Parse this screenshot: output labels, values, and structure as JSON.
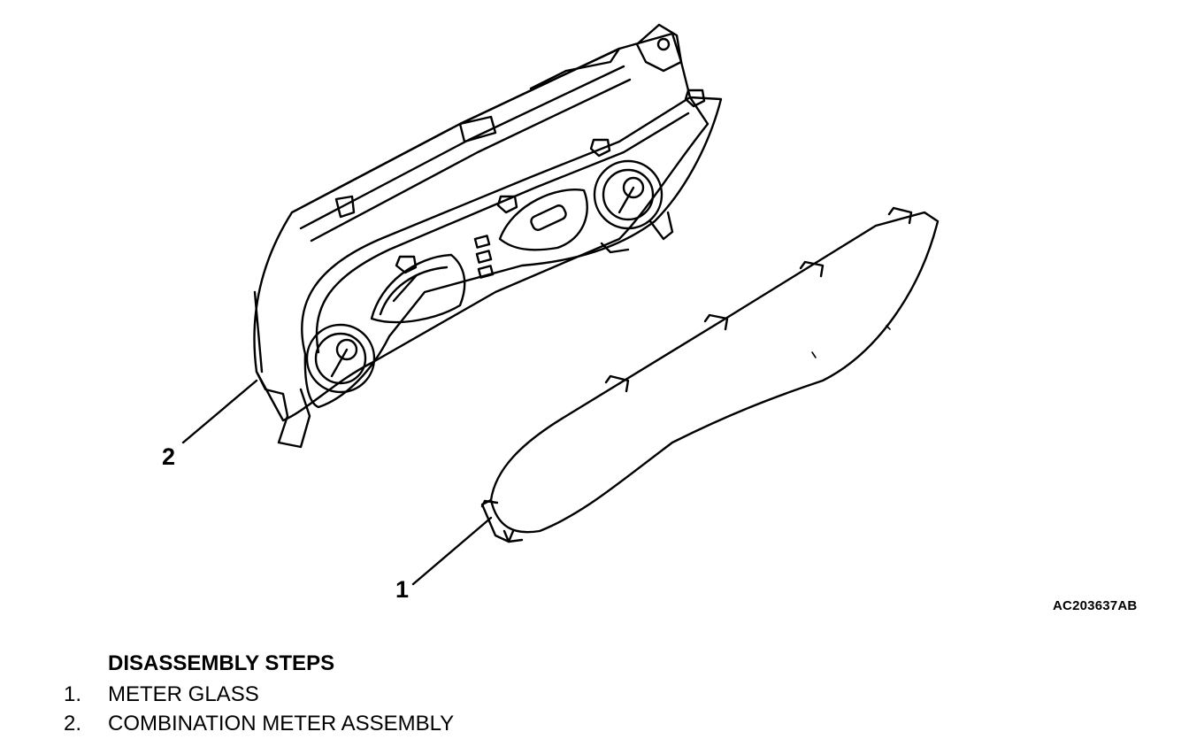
{
  "figure": {
    "code": "AC203637AB",
    "callouts": [
      {
        "id": "2",
        "label": "2"
      },
      {
        "id": "1",
        "label": "1"
      }
    ]
  },
  "steps": {
    "heading": "DISASSEMBLY STEPS",
    "items": [
      {
        "num": "1.",
        "label": "METER GLASS"
      },
      {
        "num": "2.",
        "label": "COMBINATION METER ASSEMBLY"
      }
    ]
  }
}
